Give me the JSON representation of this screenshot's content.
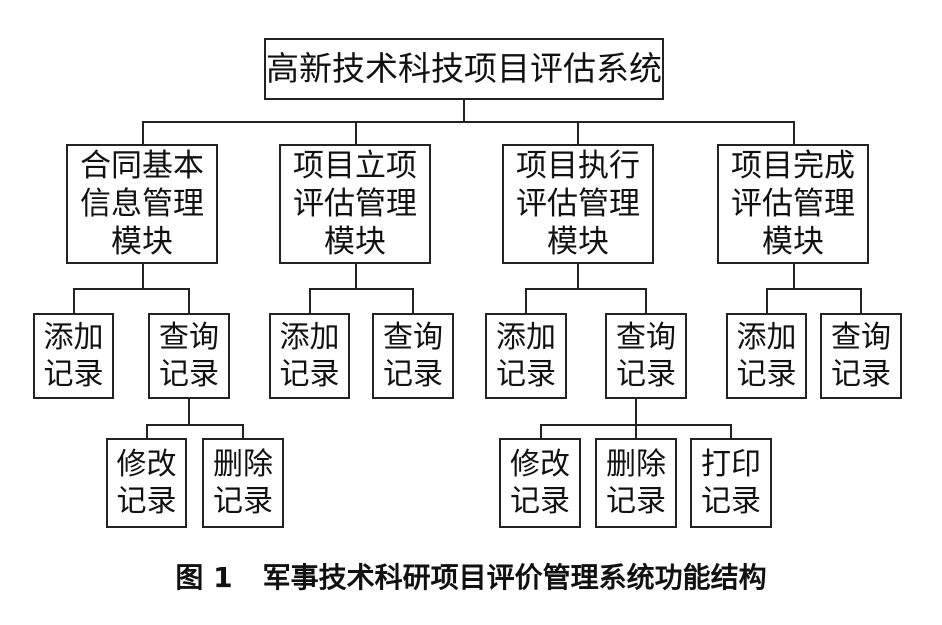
{
  "diagram": {
    "root": "高新技术科技项目评估系统",
    "modules": [
      {
        "label": "合同基本\n信息管理\n模块",
        "children": [
          {
            "label": "添加\n记录"
          },
          {
            "label": "查询\n记录",
            "children": [
              {
                "label": "修改\n记录"
              },
              {
                "label": "删除\n记录"
              }
            ]
          }
        ]
      },
      {
        "label": "项目立项\n评估管理\n模块",
        "children": [
          {
            "label": "添加\n记录"
          },
          {
            "label": "查询\n记录"
          }
        ]
      },
      {
        "label": "项目执行\n评估管理\n模块",
        "children": [
          {
            "label": "添加\n记录"
          },
          {
            "label": "查询\n记录",
            "children": [
              {
                "label": "修改\n记录"
              },
              {
                "label": "删除\n记录"
              },
              {
                "label": "打印\n记录"
              }
            ]
          }
        ]
      },
      {
        "label": "项目完成\n评估管理\n模块",
        "children": [
          {
            "label": "添加\n记录"
          },
          {
            "label": "查询\n记录"
          }
        ]
      }
    ]
  },
  "caption": {
    "number": "图 1",
    "text": "军事技术科研项目评价管理系统功能结构"
  }
}
